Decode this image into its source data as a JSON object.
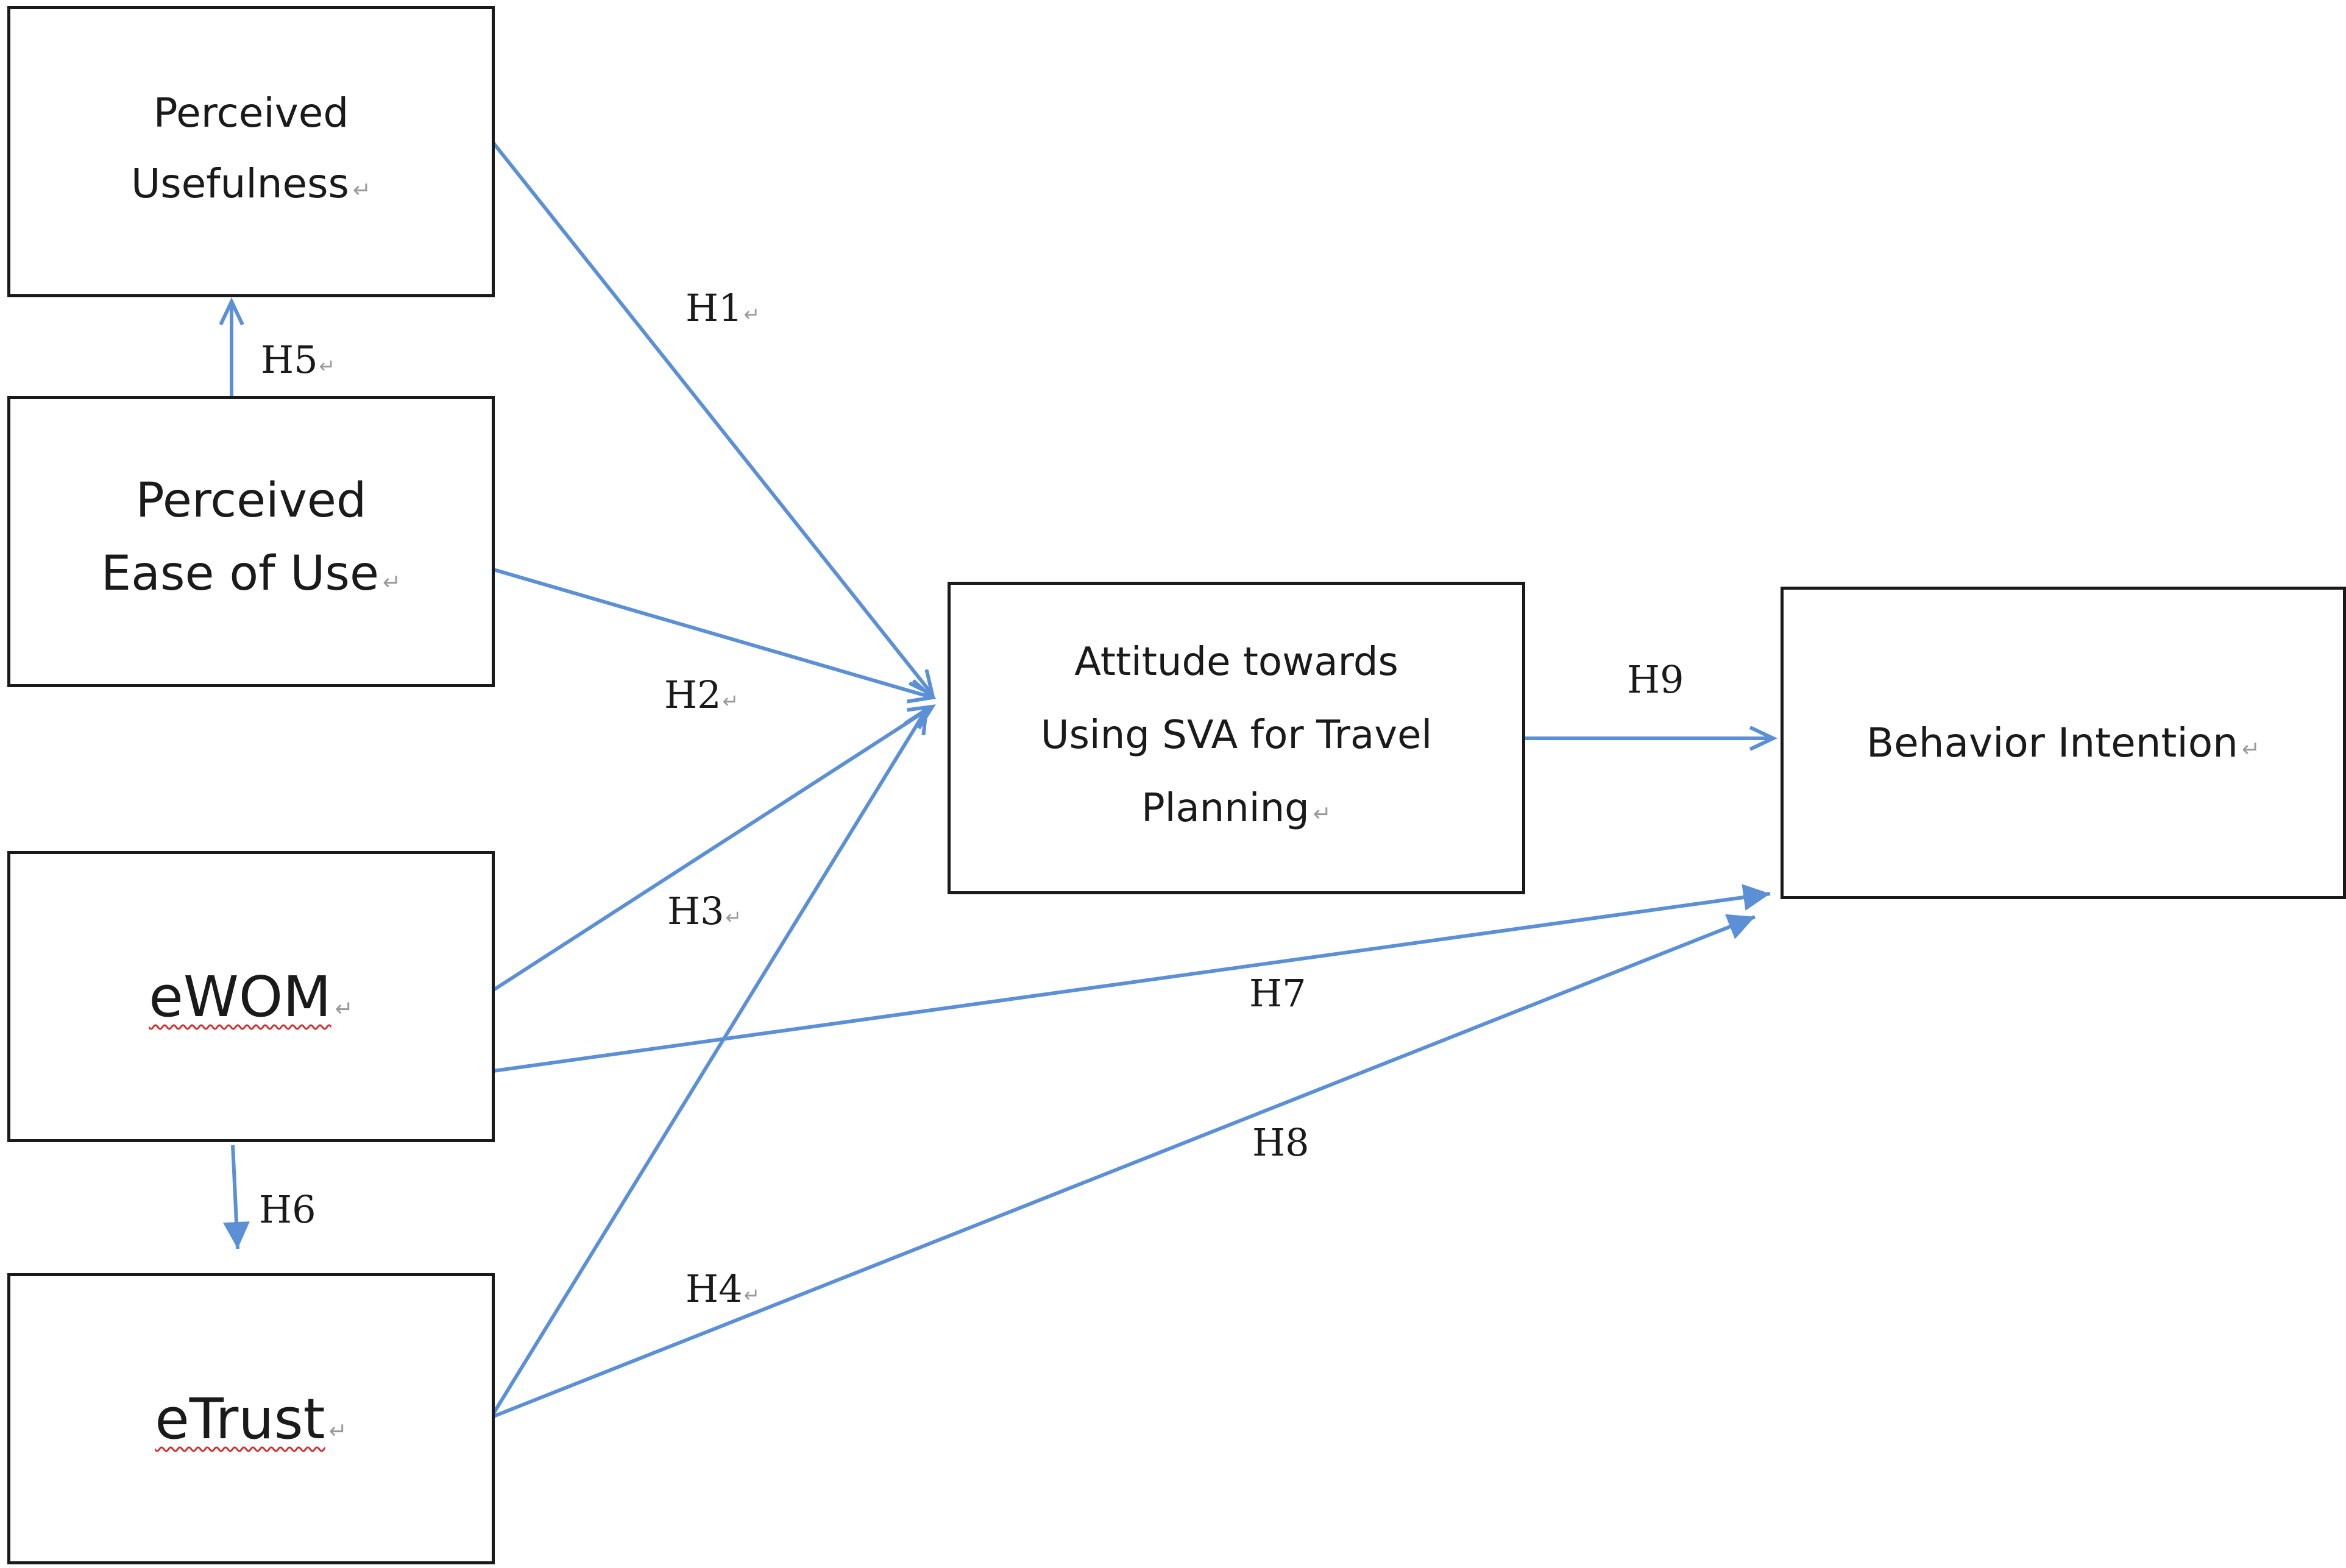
{
  "nodes": {
    "perceived_usefulness": "Perceived\nUsefulness",
    "perceived_ease_of_use": "Perceived\nEase of Use",
    "ewom": "eWOM",
    "etrust": "eTrust",
    "attitude": "Attitude towards\nUsing SVA for Travel\nPlanning",
    "behavior_intention": "Behavior Intention"
  },
  "hypotheses": {
    "h1": "H1",
    "h2": "H2",
    "h3": "H3",
    "h4": "H4",
    "h5": "H5",
    "h6": "H6",
    "h7": "H7",
    "h8": "H8",
    "h9": "H9"
  },
  "paragraph_mark": "↵",
  "colors": {
    "arrow": "#5b8fd6",
    "box_border": "#1a1a1a",
    "spellcheck_underline": "#d03030"
  }
}
